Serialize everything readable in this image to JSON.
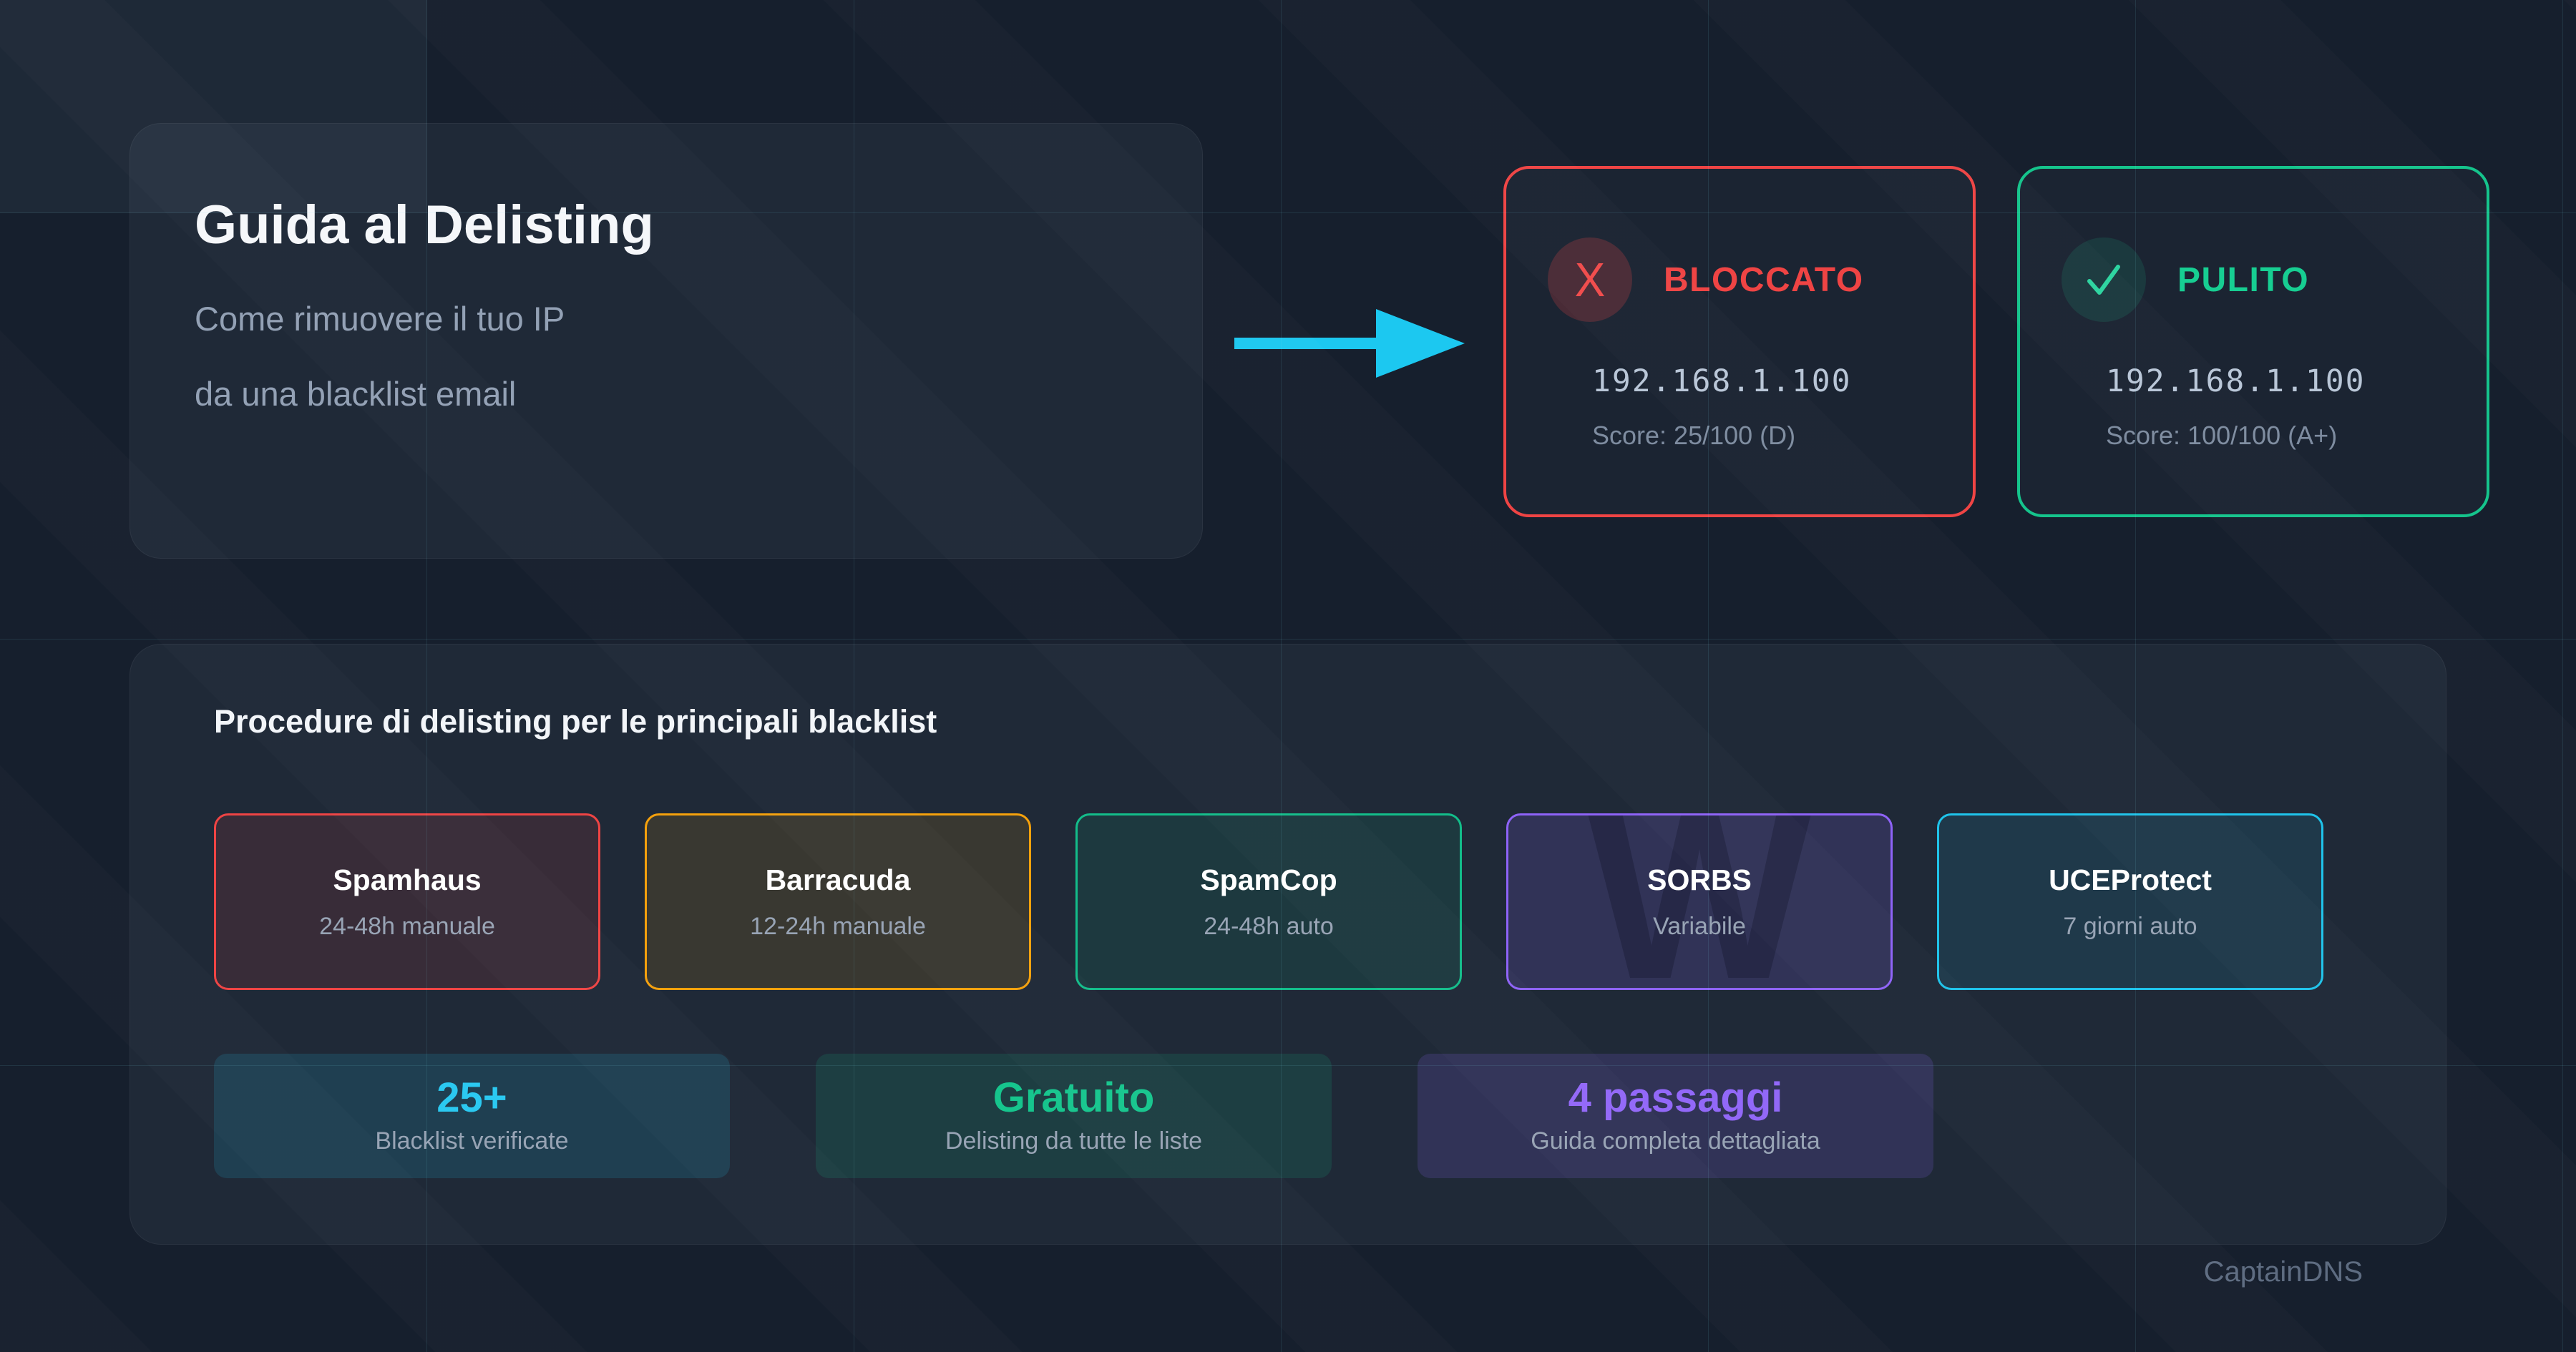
{
  "hero": {
    "title": "Guida al Delisting",
    "subtitle_line1": "Come rimuovere il tuo IP",
    "subtitle_line2": "da una blacklist email"
  },
  "arrow": {
    "color": "#1cc8f0",
    "direction": "right"
  },
  "status_cards": [
    {
      "icon": "x-icon",
      "glyph": "X",
      "label": "BLOCCATO",
      "ip": "192.168.1.100",
      "score": "Score: 25/100 (D)",
      "accent": "#ef4444"
    },
    {
      "icon": "check-icon",
      "label": "PULITO",
      "ip": "192.168.1.100",
      "score": "Score: 100/100 (A+)",
      "accent": "#15c48c"
    }
  ],
  "procedures": {
    "title": "Procedure di delisting per le principali blacklist",
    "cards": [
      {
        "name": "Spamhaus",
        "time": "24-48h manuale",
        "accent": "#ef4444"
      },
      {
        "name": "Barracuda",
        "time": "12-24h manuale",
        "accent": "#f5a10c"
      },
      {
        "name": "SpamCop",
        "time": "24-48h auto",
        "accent": "#13bd8a"
      },
      {
        "name": "SORBS",
        "time": "Variabile",
        "accent": "#8e63f7",
        "watermark": "W"
      },
      {
        "name": "UCEProtect",
        "time": "7 giorni auto",
        "accent": "#1fc3ea"
      }
    ],
    "stats": [
      {
        "value": "25+",
        "label": "Blacklist verificate",
        "accent": "#2bc9f1"
      },
      {
        "value": "Gratuito",
        "label": "Delisting da tutte le liste",
        "accent": "#16c58d"
      },
      {
        "value": "4 passaggi",
        "label": "Guida completa dettagliata",
        "accent": "#9268f8"
      }
    ]
  },
  "footer": {
    "brand": "CaptainDNS"
  }
}
